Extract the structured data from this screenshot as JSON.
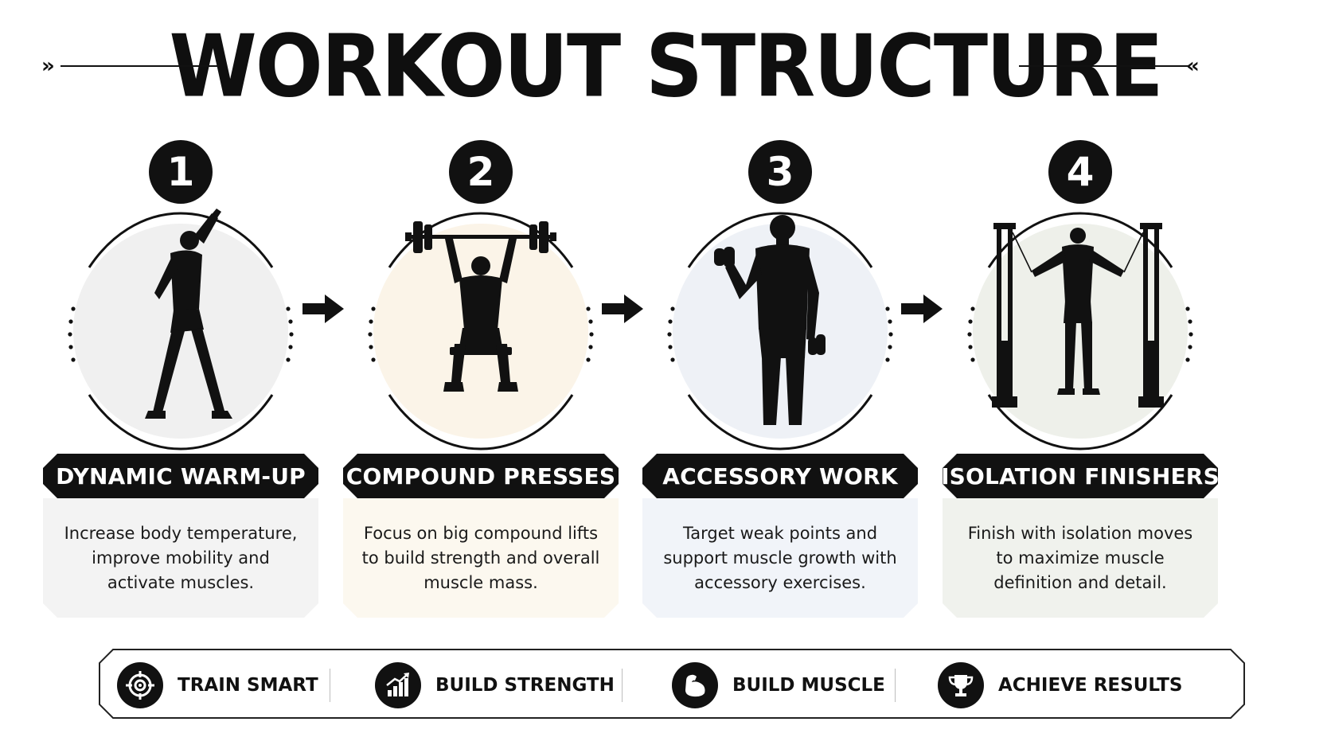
{
  "header": {
    "title": "WORKOUT STRUCTURE"
  },
  "steps": [
    {
      "number": "1",
      "title": "DYNAMIC WARM-UP",
      "description": "Increase body temperature, improve mobility and activate muscles.",
      "tint": "#f0f0f0",
      "box_tint": "#f3f3f3",
      "figure": "warm-up-stretch-figure"
    },
    {
      "number": "2",
      "title": "COMPOUND PRESSES",
      "description": "Focus on big compound lifts to build strength and overall muscle mass.",
      "tint": "#fbf4e8",
      "box_tint": "#fcf8ef",
      "figure": "seated-barbell-press-figure"
    },
    {
      "number": "3",
      "title": "ACCESSORY WORK",
      "description": "Target weak points and support muscle growth with accessory exercises.",
      "tint": "#eef1f6",
      "box_tint": "#f1f4f9",
      "figure": "dumbbell-curl-figure"
    },
    {
      "number": "4",
      "title": "ISOLATION FINISHERS",
      "description": "Finish with isolation moves to maximize muscle definition and detail.",
      "tint": "#eef0ea",
      "box_tint": "#f0f2ed",
      "figure": "cable-crossover-figure"
    }
  ],
  "footer": {
    "items": [
      {
        "label": "TRAIN SMART",
        "icon": "target-icon"
      },
      {
        "label": "BUILD STRENGTH",
        "icon": "growth-chart-icon"
      },
      {
        "label": "BUILD MUSCLE",
        "icon": "flexed-bicep-icon"
      },
      {
        "label": "ACHIEVE RESULTS",
        "icon": "trophy-icon"
      }
    ]
  },
  "colors": {
    "ink": "#111111",
    "background": "#ffffff"
  }
}
